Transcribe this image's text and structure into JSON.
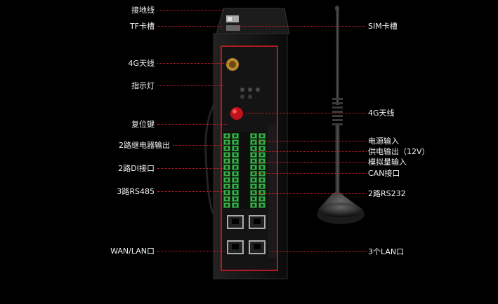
{
  "labels_left": [
    {
      "id": "ground",
      "text": "接地线"
    },
    {
      "id": "tf-slot",
      "text": "TF卡槽"
    },
    {
      "id": "4g-antenna-left",
      "text": "4G天线"
    },
    {
      "id": "indicator",
      "text": "指示灯"
    },
    {
      "id": "reset",
      "text": "复位键"
    },
    {
      "id": "relay-out",
      "text": "2路继电器输出"
    },
    {
      "id": "di",
      "text": "2路DI接口"
    },
    {
      "id": "rs485",
      "text": "3路RS485"
    },
    {
      "id": "wan-lan",
      "text": "WAN/LAN口"
    }
  ],
  "labels_right": [
    {
      "id": "sim-slot",
      "text": "SIM卡槽"
    },
    {
      "id": "4g-antenna-right",
      "text": "4G天线"
    },
    {
      "id": "power-in",
      "text": "电源输入"
    },
    {
      "id": "power-out",
      "text": "供电输出（12V）"
    },
    {
      "id": "analog-in",
      "text": "模拟量输入"
    },
    {
      "id": "can",
      "text": "CAN接口"
    },
    {
      "id": "rs232",
      "text": "2路RS232"
    },
    {
      "id": "lan3",
      "text": "3个LAN口"
    }
  ],
  "colors": {
    "accent": "#d0202a",
    "terminal": "#3cb04a",
    "body": "#161616"
  },
  "icons": [
    "antenna-icon",
    "reset-button-icon",
    "indicator-led-icon",
    "ethernet-port-icon"
  ]
}
